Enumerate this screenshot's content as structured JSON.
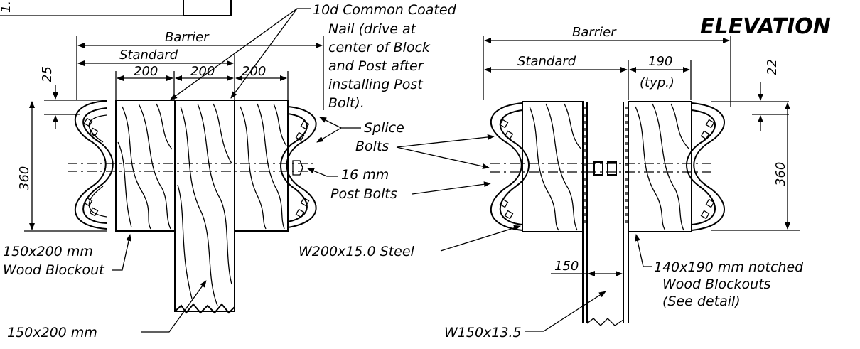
{
  "title": "ELEVATION",
  "corner_fragment": "1.",
  "left": {
    "barrier": "Barrier",
    "standard": "Standard",
    "dim_200_a": "200",
    "dim_200_b": "200",
    "dim_200_c": "200",
    "dim_25": "25",
    "dim_360": "360",
    "nail_callout": [
      "10d Common Coated",
      "Nail (drive at",
      "center of Block",
      "and Post after",
      "installing Post",
      "Bolt)."
    ],
    "splice_bolts": [
      "Splice",
      "Bolts"
    ],
    "post_bolts": [
      "16 mm",
      "Post Bolts"
    ],
    "blockout_label": [
      "150x200 mm",
      "Wood Blockout"
    ],
    "post_label": "150x200 mm"
  },
  "right": {
    "barrier": "Barrier",
    "standard": "Standard",
    "dim_190": "190",
    "typ": "(typ.)",
    "dim_22": "22",
    "dim_360": "360",
    "dim_150": "150",
    "steel_label": "W200x15.0 Steel",
    "notched_label": [
      "140x190 mm notched",
      "Wood Blockouts",
      "(See detail)"
    ],
    "post_label": "W150x13.5"
  }
}
